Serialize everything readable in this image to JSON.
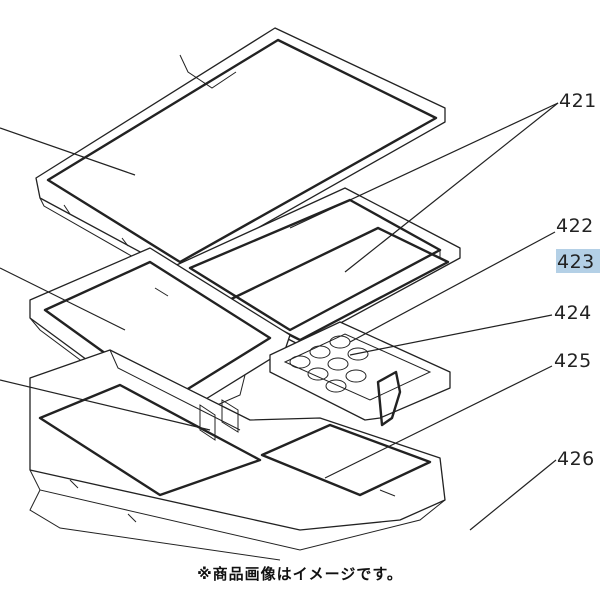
{
  "part_labels": {
    "p421": "421",
    "p422": "422",
    "p423": "423",
    "p424": "424",
    "p425": "425",
    "p426": "426"
  },
  "highlighted_label": "423",
  "caption": "※商品画像はイメージです。",
  "colors": {
    "line": "#222222",
    "highlight": "#b4d0e6",
    "background": "#ffffff"
  }
}
